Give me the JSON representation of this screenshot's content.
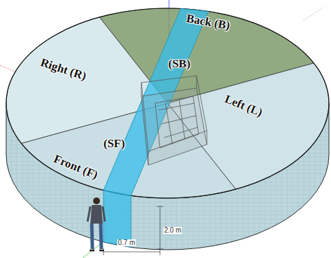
{
  "diagram": {
    "labels": [
      "Back (B)",
      "Right (R)",
      "(SB)",
      "Left (L)",
      "(SF)",
      "Front (F)",
      "2.0 m",
      "0.7 m"
    ]
  }
}
